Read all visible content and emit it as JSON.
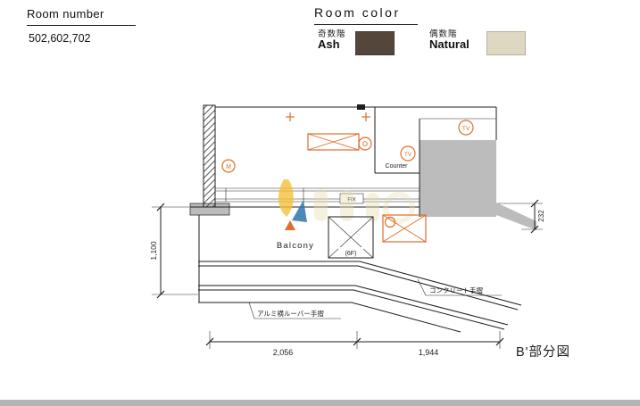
{
  "header": {
    "room_number_label": "Room number",
    "room_number_value": "502,602,702",
    "room_color_label": "Room color"
  },
  "legend": {
    "odd": {
      "floor_label": "奇数階",
      "name": "Ash",
      "color": "#55463b"
    },
    "even": {
      "floor_label": "偶数階",
      "name": "Natural",
      "color": "#ded8c2"
    }
  },
  "plan": {
    "labels": {
      "balcony": "Balcony",
      "floor_ref": "(6F)",
      "fix": "FIX",
      "counter": "Counter",
      "meter_mark": "M",
      "tv_mark_top": "TV",
      "tv_mark_mid": "TV"
    },
    "dimensions": {
      "balcony_depth": "1,100",
      "slab_edge": "232",
      "span_left": "2,056",
      "span_right": "1,944"
    },
    "notes": {
      "concrete_handrail": "コンクリート手摺",
      "aluminum_louver_handrail": "アルミ横ルーバー手摺"
    },
    "title": "B'部分図"
  },
  "colors": {
    "accent_orange": "#e06d2a",
    "wall_gray": "#bcbcbc"
  }
}
